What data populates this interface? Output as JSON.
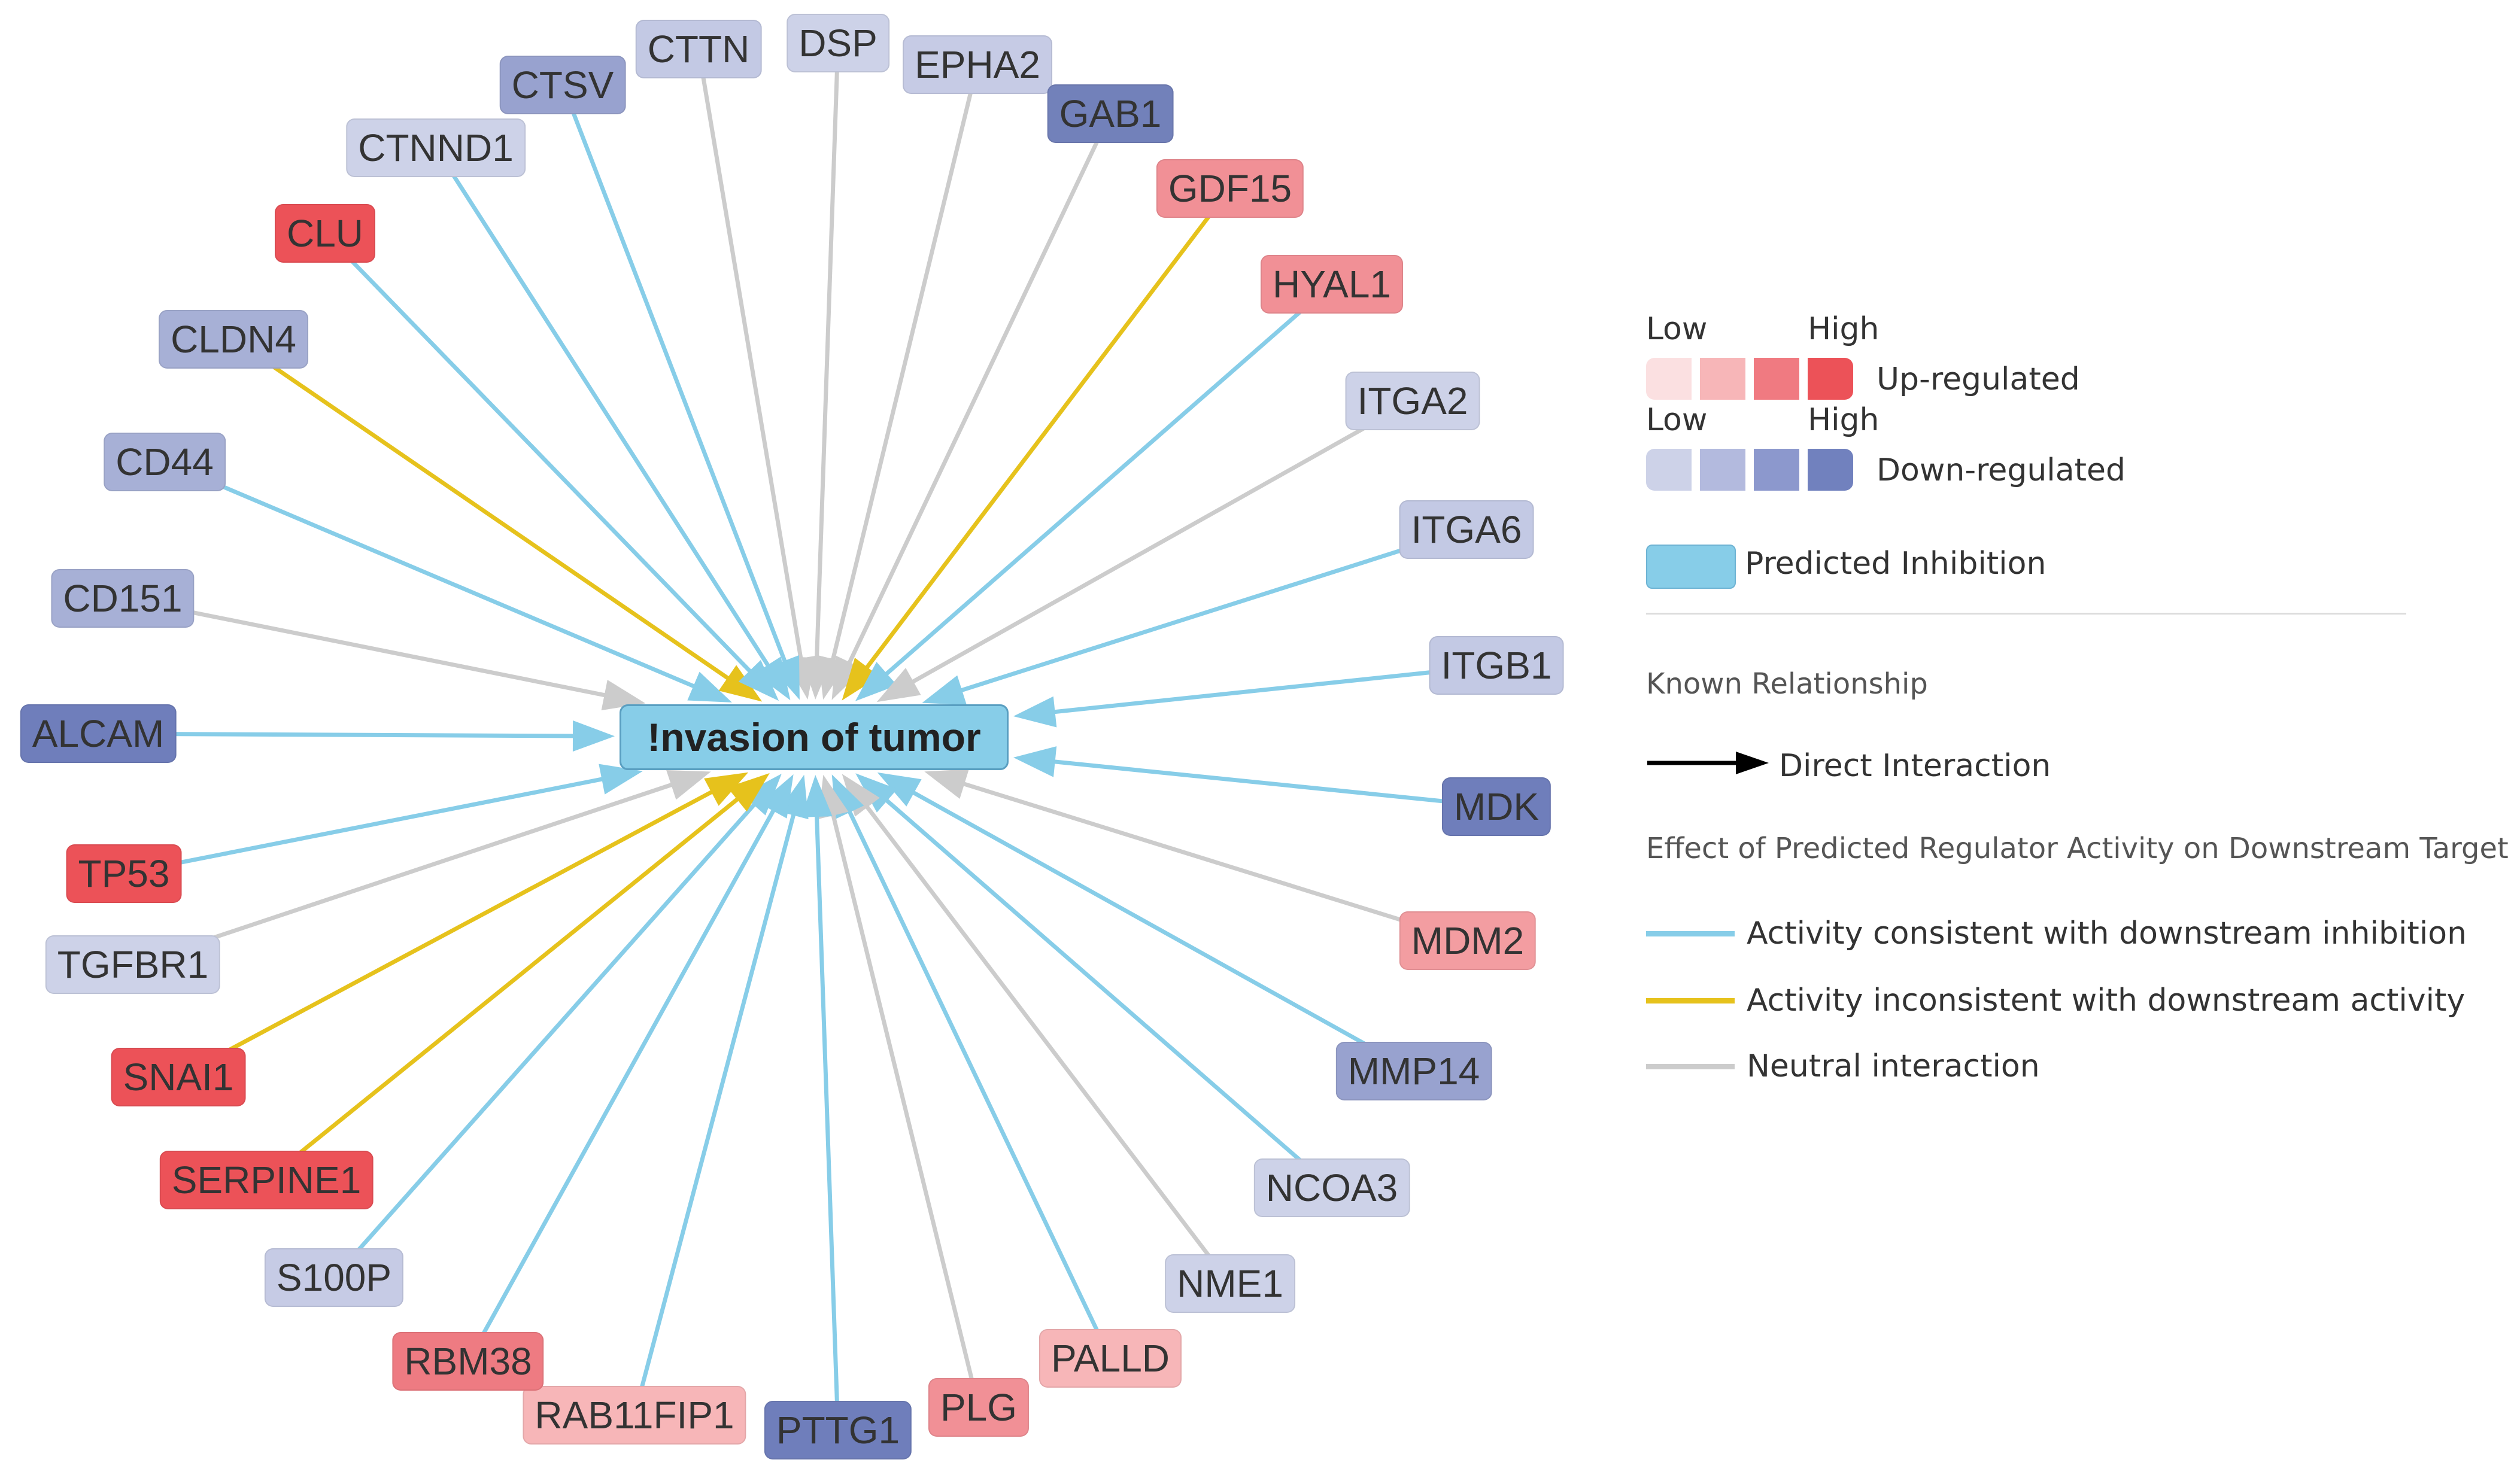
{
  "center": {
    "label": "!nvasion of tumor",
    "color": "#87cde8"
  },
  "nodes": [
    {
      "id": "CTTN",
      "label": "CTTN",
      "fill": "#c3c9e4",
      "edge": "neutral"
    },
    {
      "id": "DSP",
      "label": "DSP",
      "fill": "#cdd2e8",
      "edge": "neutral"
    },
    {
      "id": "EPHA2",
      "label": "EPHA2",
      "fill": "#c6cbe5",
      "edge": "neutral"
    },
    {
      "id": "GAB1",
      "label": "GAB1",
      "fill": "#7281ba",
      "edge": "neutral"
    },
    {
      "id": "GDF15",
      "label": "GDF15",
      "fill": "#f19096",
      "edge": "inconsistent"
    },
    {
      "id": "HYAL1",
      "label": "HYAL1",
      "fill": "#f19096",
      "edge": "consistent"
    },
    {
      "id": "ITGA2",
      "label": "ITGA2",
      "fill": "#cdd2e8",
      "edge": "neutral"
    },
    {
      "id": "ITGA6",
      "label": "ITGA6",
      "fill": "#c3c9e4",
      "edge": "consistent"
    },
    {
      "id": "ITGB1",
      "label": "ITGB1",
      "fill": "#c3c9e4",
      "edge": "consistent"
    },
    {
      "id": "MDK",
      "label": "MDK",
      "fill": "#6f7ebb",
      "edge": "consistent"
    },
    {
      "id": "MDM2",
      "label": "MDM2",
      "fill": "#f39da1",
      "edge": "neutral"
    },
    {
      "id": "MMP14",
      "label": "MMP14",
      "fill": "#98a2cf",
      "edge": "consistent"
    },
    {
      "id": "NCOA3",
      "label": "NCOA3",
      "fill": "#cdd2e8",
      "edge": "consistent"
    },
    {
      "id": "NME1",
      "label": "NME1",
      "fill": "#cdd2e8",
      "edge": "neutral"
    },
    {
      "id": "PALLD",
      "label": "PALLD",
      "fill": "#f7b6b8",
      "edge": "consistent"
    },
    {
      "id": "PLG",
      "label": "PLG",
      "fill": "#f19096",
      "edge": "neutral"
    },
    {
      "id": "PTTG1",
      "label": "PTTG1",
      "fill": "#6f7ebb",
      "edge": "consistent"
    },
    {
      "id": "RAB11FIP1",
      "label": "RAB11FIP1",
      "fill": "#f7b6b8",
      "edge": "consistent"
    },
    {
      "id": "RBM38",
      "label": "RBM38",
      "fill": "#ee7b82",
      "edge": "consistent"
    },
    {
      "id": "S100P",
      "label": "S100P",
      "fill": "#c6cbe5",
      "edge": "consistent"
    },
    {
      "id": "SERPINE1",
      "label": "SERPINE1",
      "fill": "#ec5258",
      "edge": "inconsistent"
    },
    {
      "id": "SNAI1",
      "label": "SNAI1",
      "fill": "#ec5258",
      "edge": "inconsistent"
    },
    {
      "id": "TGFBR1",
      "label": "TGFBR1",
      "fill": "#cdd2e8",
      "edge": "neutral"
    },
    {
      "id": "TP53",
      "label": "TP53",
      "fill": "#ec5258",
      "edge": "consistent"
    },
    {
      "id": "ALCAM",
      "label": "ALCAM",
      "fill": "#6f7ebb",
      "edge": "consistent"
    },
    {
      "id": "CD151",
      "label": "CD151",
      "fill": "#a7b0d6",
      "edge": "neutral"
    },
    {
      "id": "CD44",
      "label": "CD44",
      "fill": "#a7b0d6",
      "edge": "consistent"
    },
    {
      "id": "CLDN4",
      "label": "CLDN4",
      "fill": "#a7b0d6",
      "edge": "inconsistent"
    },
    {
      "id": "CLU",
      "label": "CLU",
      "fill": "#ec5258",
      "edge": "consistent"
    },
    {
      "id": "CTNND1",
      "label": "CTNND1",
      "fill": "#cdd2e8",
      "edge": "consistent"
    },
    {
      "id": "CTSV",
      "label": "CTSV",
      "fill": "#98a2cf",
      "edge": "consistent"
    }
  ],
  "edge_colors": {
    "consistent": "#87cde8",
    "inconsistent": "#e6c21c",
    "neutral": "#cccccc"
  },
  "legend": {
    "low_label_up": "Low",
    "high_label_up": "High",
    "up_label": "Up-regulated",
    "up_colors": [
      "#fbe0e1",
      "#f7b6b8",
      "#f07a81",
      "#ec5258"
    ],
    "low_label_down": "Low",
    "high_label_down": "High",
    "down_label": "Down-regulated",
    "down_colors": [
      "#cdd2e8",
      "#b3bade",
      "#8c98cd",
      "#7181be"
    ],
    "predicted_label": "Predicted Inhibition",
    "predicted_color": "#87cde8",
    "known_title": "Known Relationship",
    "direct_label": "Direct Interaction",
    "effect_title": "Effect of Predicted Regulator Activity on Downstream Targets",
    "consistent_label": "Activity consistent with downstream inhibition",
    "inconsistent_label": "Activity inconsistent with downstream activity",
    "neutral_label": "Neutral interaction"
  }
}
